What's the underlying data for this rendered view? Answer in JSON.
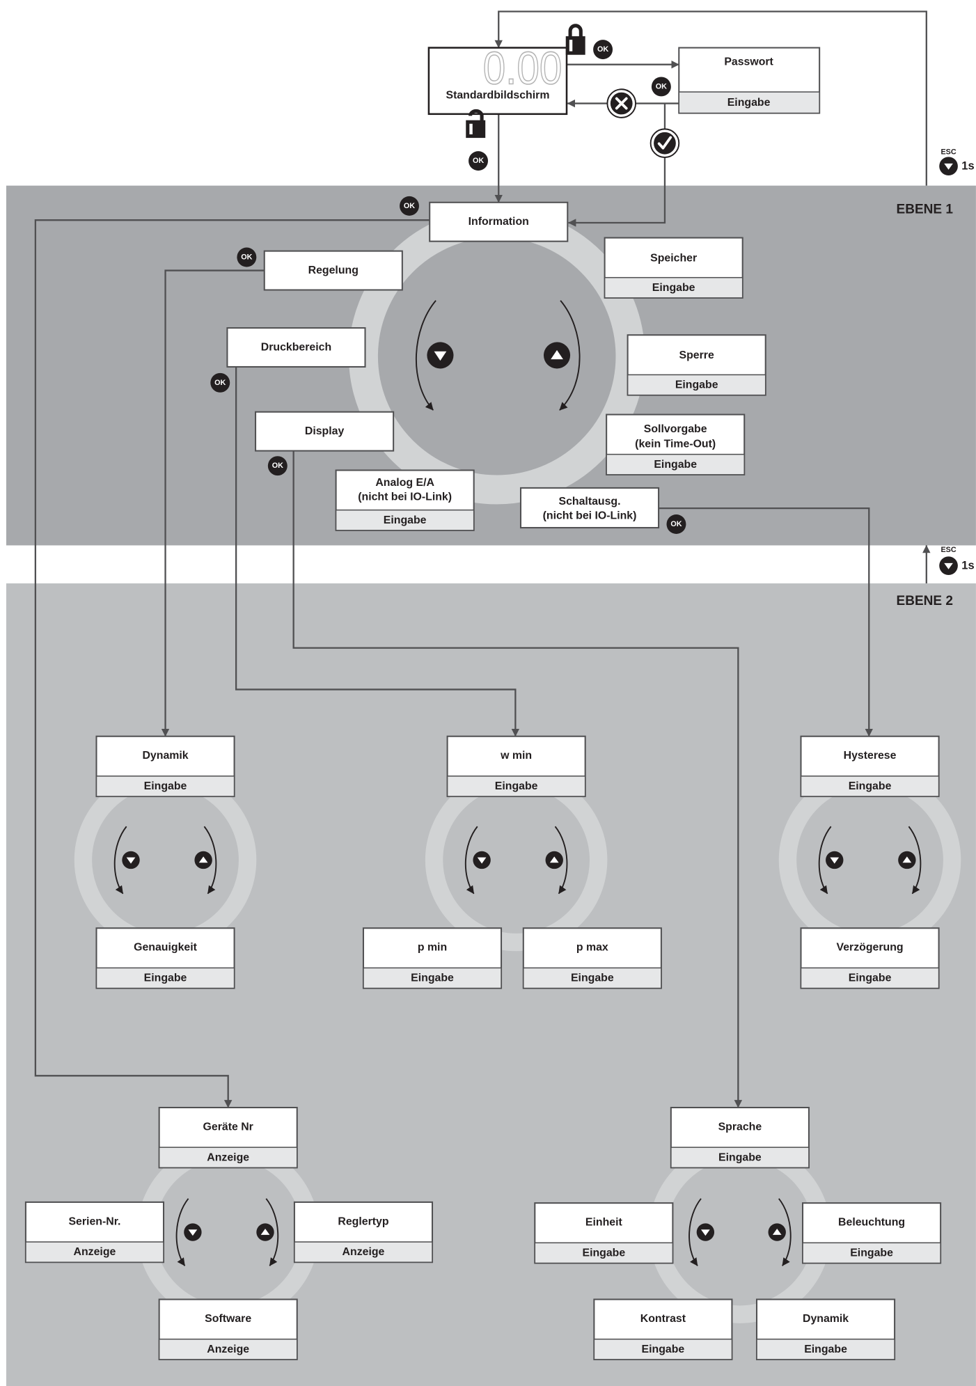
{
  "colors": {
    "level1_band": "#a7a9ac",
    "level2_band": "#bdbfc1",
    "ring": "#d1d3d4",
    "strip": "#e6e7e8",
    "line": "#505052",
    "text": "#231f20"
  },
  "badges": {
    "ok": "OK"
  },
  "esc": {
    "label": "ESC",
    "hold": "1s"
  },
  "top": {
    "standard_screen": {
      "display_value": "0.00",
      "label": "Standardbildschirm"
    },
    "password": {
      "title": "Passwort",
      "action": "Eingabe"
    }
  },
  "level1": {
    "label": "EBENE 1",
    "information": "Information",
    "regelung": "Regelung",
    "druckbereich": "Druckbereich",
    "display": "Display",
    "speicher": {
      "title": "Speicher",
      "action": "Eingabe"
    },
    "sperre": {
      "title": "Sperre",
      "action": "Eingabe"
    },
    "sollvorgabe": {
      "lines": [
        "Sollvorgabe",
        "(kein Time-Out)"
      ],
      "action": "Eingabe"
    },
    "analog": {
      "lines": [
        "Analog E/A",
        "(nicht bei IO-Link)"
      ],
      "action": "Eingabe"
    },
    "schaltausgang": {
      "lines": [
        "Schaltausg.",
        "(nicht bei IO-Link)"
      ]
    }
  },
  "level2": {
    "label": "EBENE 2",
    "dynamik_regelung": {
      "title": "Dynamik",
      "action": "Eingabe"
    },
    "genauigkeit": {
      "title": "Genauigkeit",
      "action": "Eingabe"
    },
    "w_min": {
      "title": "w min",
      "action": "Eingabe"
    },
    "p_min": {
      "title": "p min",
      "action": "Eingabe"
    },
    "p_max": {
      "title": "p max",
      "action": "Eingabe"
    },
    "hysterese": {
      "title": "Hysterese",
      "action": "Eingabe"
    },
    "verzoegerung": {
      "title": "Verzögerung",
      "action": "Eingabe"
    },
    "geraete_nr": {
      "title": "Geräte Nr",
      "action": "Anzeige"
    },
    "serien_nr": {
      "title": "Serien-Nr.",
      "action": "Anzeige"
    },
    "reglertyp": {
      "title": "Reglertyp",
      "action": "Anzeige"
    },
    "software": {
      "title": "Software",
      "action": "Anzeige"
    },
    "sprache": {
      "title": "Sprache",
      "action": "Eingabe"
    },
    "einheit": {
      "title": "Einheit",
      "action": "Eingabe"
    },
    "beleuchtung": {
      "title": "Beleuchtung",
      "action": "Eingabe"
    },
    "kontrast": {
      "title": "Kontrast",
      "action": "Eingabe"
    },
    "dynamik_display": {
      "title": "Dynamik",
      "action": "Eingabe"
    }
  }
}
